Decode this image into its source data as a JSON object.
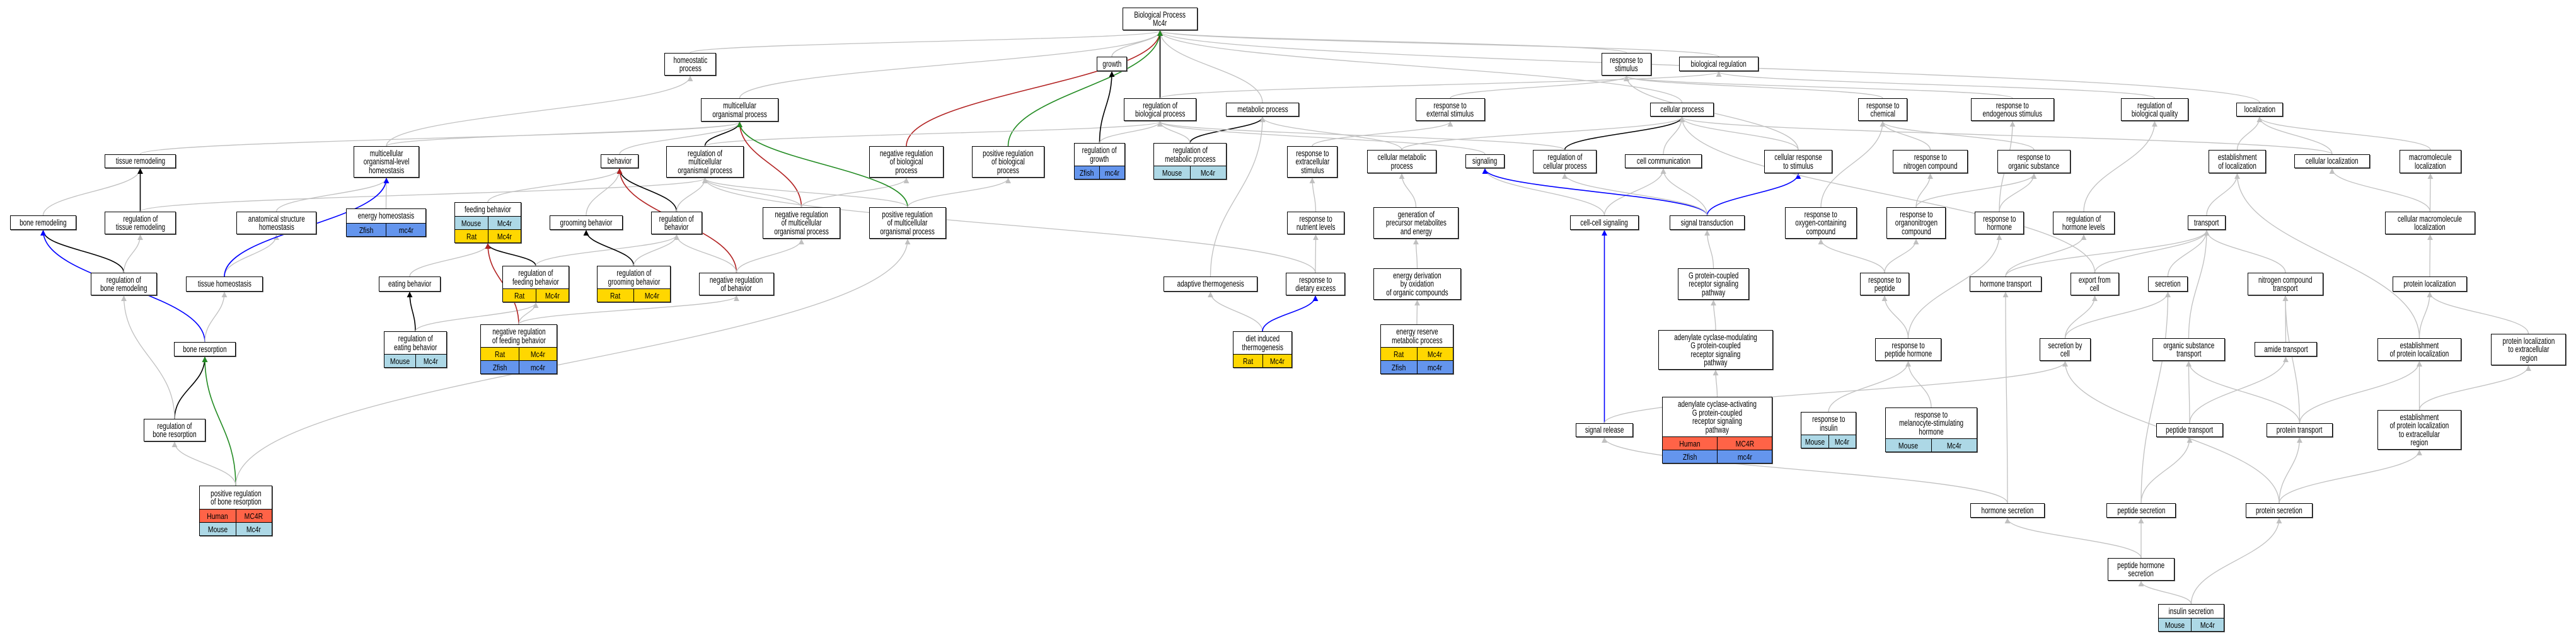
{
  "colors": {
    "is_a": "#c0c0c0",
    "regulates": "#000000",
    "negatively_regulates": "#b22222",
    "positively_regulates": "#228b22",
    "part_of": "#0000ff",
    "Human": "#ff6347",
    "Mouse": "#add8e6",
    "Rat": "#ffd700",
    "Zfish": "#6495ed"
  },
  "nodes": [
    {
      "id": "bp",
      "label": "Biological Process\nMc4r"
    },
    {
      "id": "homeo",
      "label": "homeostatic\nprocess"
    },
    {
      "id": "mop",
      "label": "multicellular\norganismal process"
    },
    {
      "id": "growth",
      "label": "growth"
    },
    {
      "id": "rbp",
      "label": "regulation of\nbiological process"
    },
    {
      "id": "metab",
      "label": "metabolic process"
    },
    {
      "id": "rstim",
      "label": "response to\nstimulus"
    },
    {
      "id": "breg",
      "label": "biological regulation"
    },
    {
      "id": "cellproc",
      "label": "cellular process"
    },
    {
      "id": "rext",
      "label": "response to\nexternal stimulus"
    },
    {
      "id": "rchem",
      "label": "response to\nchemical"
    },
    {
      "id": "rendo",
      "label": "response to\nendogenous stimulus"
    },
    {
      "id": "rbq",
      "label": "regulation of\nbiological quality"
    },
    {
      "id": "loc",
      "label": "localization"
    },
    {
      "id": "tisrem",
      "label": "tissue remodeling"
    },
    {
      "id": "molh",
      "label": "multicellular\norganismal-level\nhomeostasis"
    },
    {
      "id": "behav",
      "label": "behavior"
    },
    {
      "id": "rmop",
      "label": "regulation of\nmulticellular\norganismal process"
    },
    {
      "id": "nrbp",
      "label": "negative regulation\nof biological\nprocess"
    },
    {
      "id": "prbp",
      "label": "positive regulation\nof biological\nprocess"
    },
    {
      "id": "rgrowth",
      "label": "regulation of\ngrowth",
      "species": [
        [
          "Zfish",
          "mc4r"
        ]
      ]
    },
    {
      "id": "rmetab",
      "label": "regulation of\nmetabolic process",
      "species": [
        [
          "Mouse",
          "Mc4r"
        ]
      ]
    },
    {
      "id": "rextra",
      "label": "response to\nextracellular\nstimulus"
    },
    {
      "id": "cmetab",
      "label": "cellular metabolic\nprocess"
    },
    {
      "id": "signaling",
      "label": "signaling"
    },
    {
      "id": "rcp",
      "label": "regulation of\ncellular process"
    },
    {
      "id": "cellcomm",
      "label": "cell communication"
    },
    {
      "id": "crstim",
      "label": "cellular response\nto stimulus"
    },
    {
      "id": "rnitro",
      "label": "response to\nnitrogen compound"
    },
    {
      "id": "rorg",
      "label": "response to\norganic substance"
    },
    {
      "id": "estloc",
      "label": "establishment\nof localization"
    },
    {
      "id": "cloc",
      "label": "cellular localization"
    },
    {
      "id": "mloc",
      "label": "macromolecule\nlocalization"
    },
    {
      "id": "bonerem",
      "label": "bone remodeling"
    },
    {
      "id": "rtisrem",
      "label": "regulation of\ntissue remodeling"
    },
    {
      "id": "anath",
      "label": "anatomical structure\nhomeostasis"
    },
    {
      "id": "energyh",
      "label": "energy homeostasis",
      "species": [
        [
          "Zfish",
          "mc4r"
        ]
      ]
    },
    {
      "id": "feed",
      "label": "feeding behavior",
      "species": [
        [
          "Mouse",
          "Mc4r"
        ],
        [
          "Rat",
          "Mc4r"
        ]
      ]
    },
    {
      "id": "groom",
      "label": "grooming behavior"
    },
    {
      "id": "rbehav",
      "label": "regulation of\nbehavior"
    },
    {
      "id": "nrmop",
      "label": "negative regulation\nof multicellular\norganismal process"
    },
    {
      "id": "prmop",
      "label": "positive regulation\nof multicellular\norganismal process"
    },
    {
      "id": "rnutr",
      "label": "response to\nnutrient levels"
    },
    {
      "id": "genprec",
      "label": "generation of\nprecursor metabolites\nand energy"
    },
    {
      "id": "ccsig",
      "label": "cell-cell signaling"
    },
    {
      "id": "sigtrans",
      "label": "signal transduction"
    },
    {
      "id": "roxy",
      "label": "response to\noxygen-containing\ncompound"
    },
    {
      "id": "rorgn",
      "label": "response to\norganonitrogen\ncompound"
    },
    {
      "id": "rhorm",
      "label": "response to\nhormone"
    },
    {
      "id": "rhl",
      "label": "regulation of\nhormone levels"
    },
    {
      "id": "transport",
      "label": "transport"
    },
    {
      "id": "cmloc",
      "label": "cellular macromolecule\nlocalization"
    },
    {
      "id": "rbonerem",
      "label": "regulation of\nbone remodeling"
    },
    {
      "id": "tish",
      "label": "tissue homeostasis"
    },
    {
      "id": "eat",
      "label": "eating behavior"
    },
    {
      "id": "rfeed",
      "label": "regulation of\nfeeding behavior",
      "species": [
        [
          "Rat",
          "Mc4r"
        ]
      ]
    },
    {
      "id": "rgroom",
      "label": "regulation of\ngrooming behavior",
      "species": [
        [
          "Rat",
          "Mc4r"
        ]
      ]
    },
    {
      "id": "nrbehav",
      "label": "negative regulation\nof behavior"
    },
    {
      "id": "adapt",
      "label": "adaptive thermogenesis"
    },
    {
      "id": "rdiet",
      "label": "response to\ndietary excess"
    },
    {
      "id": "enderiv",
      "label": "energy derivation\nby oxidation\nof organic compounds"
    },
    {
      "id": "gpcr",
      "label": "G protein-coupled\nreceptor signaling\npathway"
    },
    {
      "id": "rpep",
      "label": "response to\npeptide"
    },
    {
      "id": "htrans",
      "label": "hormone transport"
    },
    {
      "id": "export",
      "label": "export from\ncell"
    },
    {
      "id": "secr",
      "label": "secretion"
    },
    {
      "id": "nctrans",
      "label": "nitrogen compound\ntransport"
    },
    {
      "id": "ploc",
      "label": "protein localization"
    },
    {
      "id": "reat",
      "label": "regulation of\neating behavior",
      "species": [
        [
          "Mouse",
          "Mc4r"
        ]
      ]
    },
    {
      "id": "nrfeed",
      "label": "negative regulation\nof feeding behavior",
      "species": [
        [
          "Rat",
          "Mc4r"
        ],
        [
          "Zfish",
          "mc4r"
        ]
      ]
    },
    {
      "id": "boneres",
      "label": "bone resorption"
    },
    {
      "id": "dit",
      "label": "diet induced\nthermogenesis",
      "species": [
        [
          "Rat",
          "Mc4r"
        ]
      ]
    },
    {
      "id": "ermp",
      "label": "energy reserve\nmetabolic process",
      "species": [
        [
          "Rat",
          "Mc4r"
        ],
        [
          "Zfish",
          "mc4r"
        ]
      ]
    },
    {
      "id": "acmod",
      "label": "adenylate cyclase-modulating\nG protein-coupled\nreceptor signaling\npathway"
    },
    {
      "id": "rpephorm",
      "label": "response to\npeptide hormone"
    },
    {
      "id": "secbycell",
      "label": "secretion by\ncell"
    },
    {
      "id": "ostrans",
      "label": "organic substance\ntransport"
    },
    {
      "id": "amide",
      "label": "amide transport"
    },
    {
      "id": "estploc",
      "label": "establishment\nof protein localization"
    },
    {
      "id": "plocext",
      "label": "protein localization\nto extracellular\nregion"
    },
    {
      "id": "rboneres",
      "label": "regulation of\nbone resorption"
    },
    {
      "id": "sigrel",
      "label": "signal release"
    },
    {
      "id": "acact",
      "label": "adenylate cyclase-activating\nG protein-coupled\nreceptor signaling\npathway",
      "species": [
        [
          "Human",
          "MC4R"
        ],
        [
          "Zfish",
          "mc4r"
        ]
      ]
    },
    {
      "id": "rins",
      "label": "response to\ninsulin",
      "species": [
        [
          "Mouse",
          "Mc4r"
        ]
      ]
    },
    {
      "id": "rmsh",
      "label": "response to\nmelanocyte-stimulating\nhormone",
      "species": [
        [
          "Mouse",
          "Mc4r"
        ]
      ]
    },
    {
      "id": "peptrans",
      "label": "peptide transport"
    },
    {
      "id": "prottrans",
      "label": "protein transport"
    },
    {
      "id": "estplocext",
      "label": "establishment\nof protein localization\nto extracellular\nregion"
    },
    {
      "id": "prboneres",
      "label": "positive regulation\nof bone resorption",
      "species": [
        [
          "Human",
          "MC4R"
        ],
        [
          "Mouse",
          "Mc4r"
        ]
      ]
    },
    {
      "id": "hsec",
      "label": "hormone secretion"
    },
    {
      "id": "psec",
      "label": "peptide secretion"
    },
    {
      "id": "protsec",
      "label": "protein secretion"
    },
    {
      "id": "phsec",
      "label": "peptide hormone\nsecretion"
    },
    {
      "id": "insec",
      "label": "insulin secretion",
      "species": [
        [
          "Mouse",
          "Mc4r"
        ]
      ]
    }
  ],
  "edges": [
    [
      "homeo",
      "bp",
      "is_a"
    ],
    [
      "mop",
      "bp",
      "is_a"
    ],
    [
      "growth",
      "bp",
      "is_a"
    ],
    [
      "metab",
      "bp",
      "is_a"
    ],
    [
      "rstim",
      "bp",
      "is_a"
    ],
    [
      "breg",
      "bp",
      "is_a"
    ],
    [
      "cellproc",
      "bp",
      "is_a"
    ],
    [
      "loc",
      "bp",
      "is_a"
    ],
    [
      "rbp",
      "bp",
      "regulates"
    ],
    [
      "nrbp",
      "bp",
      "negatively_regulates"
    ],
    [
      "prbp",
      "bp",
      "positively_regulates"
    ],
    [
      "rbp",
      "breg",
      "is_a"
    ],
    [
      "tisrem",
      "mop",
      "is_a"
    ],
    [
      "molh",
      "homeo",
      "is_a"
    ],
    [
      "molh",
      "mop",
      "is_a"
    ],
    [
      "behav",
      "mop",
      "is_a"
    ],
    [
      "rmop",
      "mop",
      "regulates"
    ],
    [
      "rmop",
      "rbp",
      "is_a"
    ],
    [
      "nrmop",
      "mop",
      "negatively_regulates"
    ],
    [
      "nrmop",
      "rmop",
      "is_a"
    ],
    [
      "nrmop",
      "nrbp",
      "is_a"
    ],
    [
      "prmop",
      "mop",
      "positively_regulates"
    ],
    [
      "prmop",
      "rmop",
      "is_a"
    ],
    [
      "prmop",
      "prbp",
      "is_a"
    ],
    [
      "bonerem",
      "tisrem",
      "is_a"
    ],
    [
      "rtisrem",
      "tisrem",
      "regulates"
    ],
    [
      "rtisrem",
      "rmop",
      "is_a"
    ],
    [
      "anath",
      "molh",
      "is_a"
    ],
    [
      "energyh",
      "molh",
      "is_a"
    ],
    [
      "feed",
      "behav",
      "is_a"
    ],
    [
      "groom",
      "behav",
      "is_a"
    ],
    [
      "rbehav",
      "behav",
      "regulates"
    ],
    [
      "rbehav",
      "rmop",
      "is_a"
    ],
    [
      "nrbehav",
      "behav",
      "negatively_regulates"
    ],
    [
      "nrbehav",
      "rbehav",
      "is_a"
    ],
    [
      "nrbehav",
      "nrmop",
      "is_a"
    ],
    [
      "rbonerem",
      "bonerem",
      "regulates"
    ],
    [
      "rbonerem",
      "rtisrem",
      "is_a"
    ],
    [
      "tish",
      "anath",
      "is_a"
    ],
    [
      "tish",
      "molh",
      "part_of"
    ],
    [
      "eat",
      "feed",
      "is_a"
    ],
    [
      "rfeed",
      "feed",
      "regulates"
    ],
    [
      "rfeed",
      "rbehav",
      "is_a"
    ],
    [
      "rgroom",
      "groom",
      "regulates"
    ],
    [
      "rgroom",
      "rbehav",
      "is_a"
    ],
    [
      "reat",
      "eat",
      "regulates"
    ],
    [
      "reat",
      "rfeed",
      "is_a"
    ],
    [
      "nrfeed",
      "feed",
      "negatively_regulates"
    ],
    [
      "nrfeed",
      "rfeed",
      "is_a"
    ],
    [
      "nrfeed",
      "nrbehav",
      "is_a"
    ],
    [
      "boneres",
      "bonerem",
      "part_of"
    ],
    [
      "boneres",
      "tish",
      "is_a"
    ],
    [
      "rboneres",
      "boneres",
      "regulates"
    ],
    [
      "rboneres",
      "rbonerem",
      "is_a"
    ],
    [
      "prboneres",
      "boneres",
      "positively_regulates"
    ],
    [
      "prboneres",
      "rboneres",
      "is_a"
    ],
    [
      "prboneres",
      "prmop",
      "is_a"
    ],
    [
      "rgrowth",
      "growth",
      "regulates"
    ],
    [
      "rgrowth",
      "rbp",
      "is_a"
    ],
    [
      "rmetab",
      "metab",
      "regulates"
    ],
    [
      "rmetab",
      "rbp",
      "is_a"
    ],
    [
      "rext",
      "rstim",
      "is_a"
    ],
    [
      "rextra",
      "rext",
      "is_a"
    ],
    [
      "cmetab",
      "metab",
      "is_a"
    ],
    [
      "cmetab",
      "cellproc",
      "is_a"
    ],
    [
      "signaling",
      "rbp",
      "is_a"
    ],
    [
      "rcp",
      "cellproc",
      "regulates"
    ],
    [
      "rcp",
      "rbp",
      "is_a"
    ],
    [
      "cellcomm",
      "cellproc",
      "is_a"
    ],
    [
      "rnutr",
      "rextra",
      "is_a"
    ],
    [
      "genprec",
      "cmetab",
      "is_a"
    ],
    [
      "ccsig",
      "cellcomm",
      "is_a"
    ],
    [
      "ccsig",
      "signaling",
      "is_a"
    ],
    [
      "sigtrans",
      "signaling",
      "part_of"
    ],
    [
      "sigtrans",
      "cellcomm",
      "is_a"
    ],
    [
      "sigtrans",
      "crstim",
      "part_of"
    ],
    [
      "sigtrans",
      "rcp",
      "is_a"
    ],
    [
      "adapt",
      "metab",
      "is_a"
    ],
    [
      "rdiet",
      "rnutr",
      "is_a"
    ],
    [
      "rdiet",
      "rmop",
      "is_a"
    ],
    [
      "enderiv",
      "genprec",
      "is_a"
    ],
    [
      "gpcr",
      "sigtrans",
      "is_a"
    ],
    [
      "dit",
      "adapt",
      "is_a"
    ],
    [
      "dit",
      "rdiet",
      "part_of"
    ],
    [
      "ermp",
      "enderiv",
      "is_a"
    ],
    [
      "acmod",
      "gpcr",
      "is_a"
    ],
    [
      "sigrel",
      "ccsig",
      "part_of"
    ],
    [
      "sigrel",
      "secbycell",
      "is_a"
    ],
    [
      "acact",
      "acmod",
      "is_a"
    ],
    [
      "rchem",
      "rstim",
      "is_a"
    ],
    [
      "rendo",
      "rstim",
      "is_a"
    ],
    [
      "rbq",
      "breg",
      "is_a"
    ],
    [
      "crstim",
      "rstim",
      "is_a"
    ],
    [
      "crstim",
      "cellproc",
      "is_a"
    ],
    [
      "rnitro",
      "rchem",
      "is_a"
    ],
    [
      "rorg",
      "rchem",
      "is_a"
    ],
    [
      "estloc",
      "loc",
      "is_a"
    ],
    [
      "cloc",
      "loc",
      "is_a"
    ],
    [
      "cloc",
      "cellproc",
      "is_a"
    ],
    [
      "mloc",
      "loc",
      "is_a"
    ],
    [
      "roxy",
      "rchem",
      "is_a"
    ],
    [
      "rorgn",
      "rnitro",
      "is_a"
    ],
    [
      "rorgn",
      "rorg",
      "is_a"
    ],
    [
      "rhorm",
      "rorg",
      "is_a"
    ],
    [
      "rhorm",
      "rendo",
      "is_a"
    ],
    [
      "rhl",
      "rbq",
      "is_a"
    ],
    [
      "transport",
      "estloc",
      "is_a"
    ],
    [
      "cmloc",
      "mloc",
      "is_a"
    ],
    [
      "cmloc",
      "cloc",
      "is_a"
    ],
    [
      "rpep",
      "roxy",
      "is_a"
    ],
    [
      "rpep",
      "rorgn",
      "is_a"
    ],
    [
      "htrans",
      "rhl",
      "is_a"
    ],
    [
      "htrans",
      "transport",
      "is_a"
    ],
    [
      "export",
      "transport",
      "is_a"
    ],
    [
      "export",
      "cellproc",
      "is_a"
    ],
    [
      "secr",
      "transport",
      "is_a"
    ],
    [
      "nctrans",
      "transport",
      "is_a"
    ],
    [
      "ploc",
      "cmloc",
      "is_a"
    ],
    [
      "rpephorm",
      "rpep",
      "is_a"
    ],
    [
      "rpephorm",
      "rhorm",
      "is_a"
    ],
    [
      "secbycell",
      "export",
      "is_a"
    ],
    [
      "secbycell",
      "secr",
      "is_a"
    ],
    [
      "ostrans",
      "transport",
      "is_a"
    ],
    [
      "amide",
      "nctrans",
      "is_a"
    ],
    [
      "estploc",
      "ploc",
      "is_a"
    ],
    [
      "estploc",
      "estloc",
      "is_a"
    ],
    [
      "plocext",
      "ploc",
      "is_a"
    ],
    [
      "rins",
      "rpephorm",
      "is_a"
    ],
    [
      "rmsh",
      "rpephorm",
      "is_a"
    ],
    [
      "peptrans",
      "ostrans",
      "is_a"
    ],
    [
      "peptrans",
      "amide",
      "is_a"
    ],
    [
      "prottrans",
      "ostrans",
      "is_a"
    ],
    [
      "prottrans",
      "nctrans",
      "is_a"
    ],
    [
      "prottrans",
      "estploc",
      "is_a"
    ],
    [
      "estplocext",
      "estploc",
      "is_a"
    ],
    [
      "estplocext",
      "plocext",
      "is_a"
    ],
    [
      "hsec",
      "htrans",
      "is_a"
    ],
    [
      "hsec",
      "sigrel",
      "is_a"
    ],
    [
      "psec",
      "peptrans",
      "is_a"
    ],
    [
      "psec",
      "secr",
      "is_a"
    ],
    [
      "protsec",
      "prottrans",
      "is_a"
    ],
    [
      "protsec",
      "estplocext",
      "is_a"
    ],
    [
      "protsec",
      "secbycell",
      "is_a"
    ],
    [
      "phsec",
      "hsec",
      "is_a"
    ],
    [
      "phsec",
      "psec",
      "is_a"
    ],
    [
      "insec",
      "phsec",
      "is_a"
    ],
    [
      "insec",
      "protsec",
      "is_a"
    ]
  ]
}
